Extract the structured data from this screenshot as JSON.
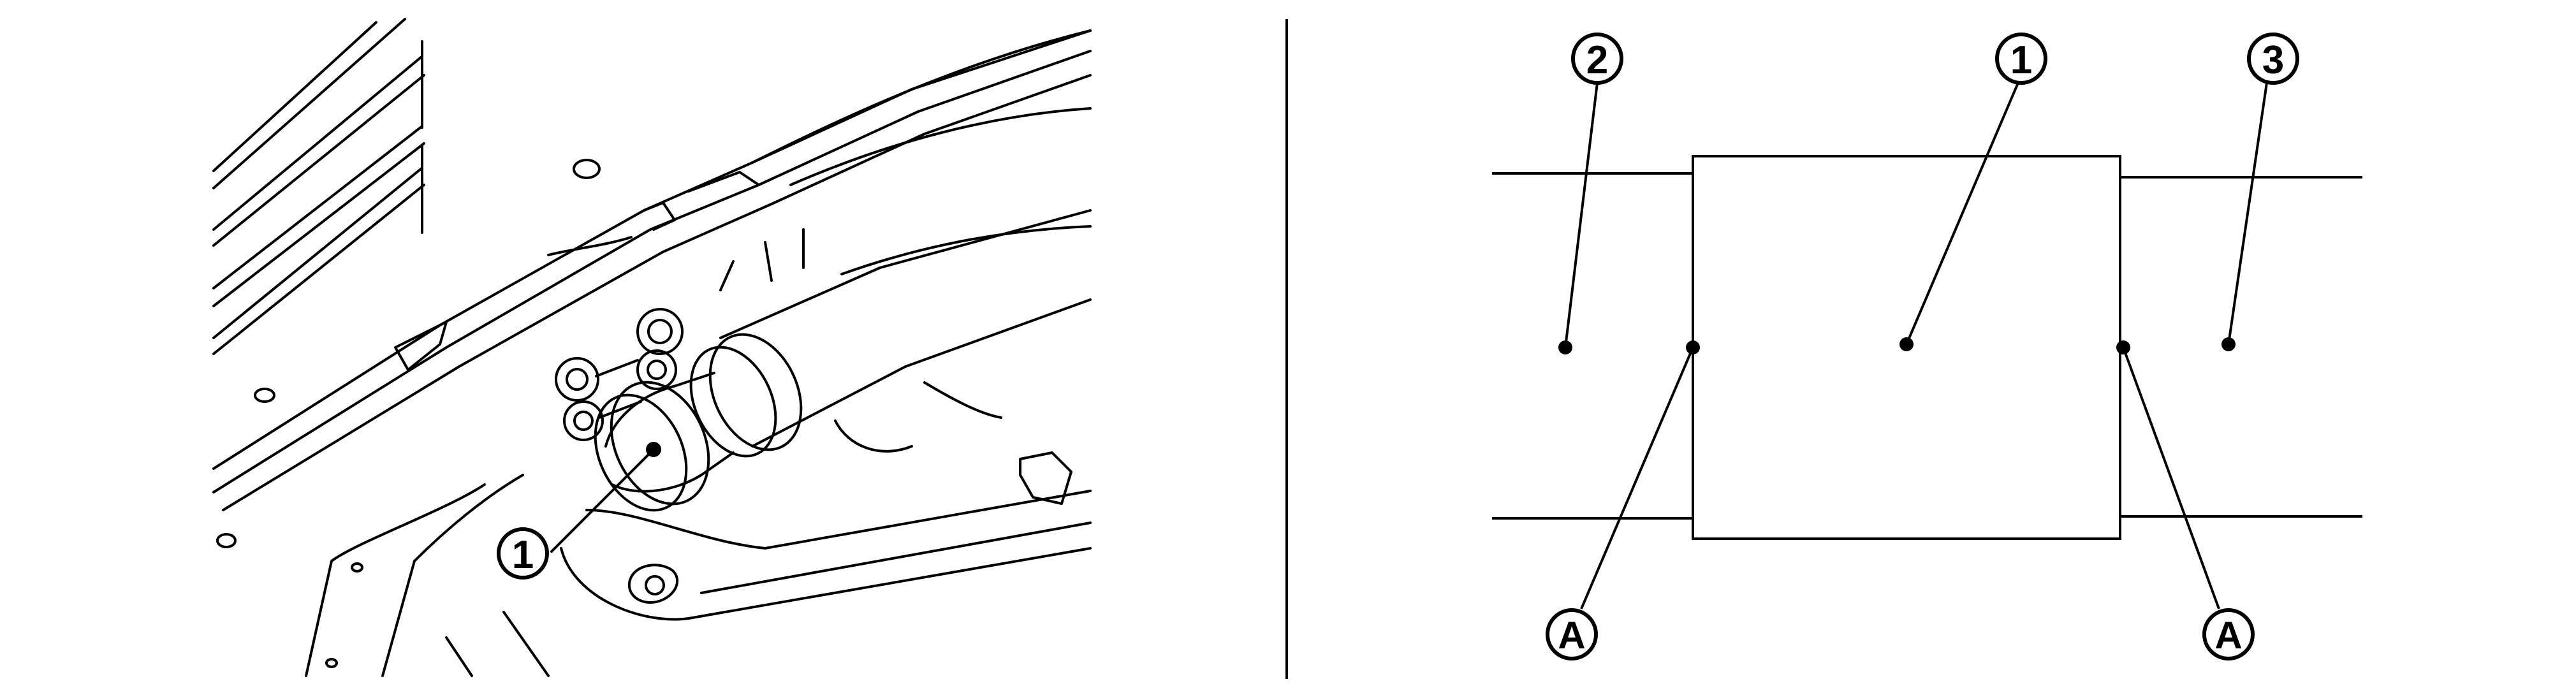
{
  "figure": {
    "left_panel": {
      "callout_1": "1"
    },
    "right_panel": {
      "callout_1": "1",
      "callout_2": "2",
      "callout_3": "3",
      "callout_a_left": "A",
      "callout_a_right": "A"
    }
  },
  "colors": {
    "line": "#000000",
    "background": "#ffffff"
  }
}
